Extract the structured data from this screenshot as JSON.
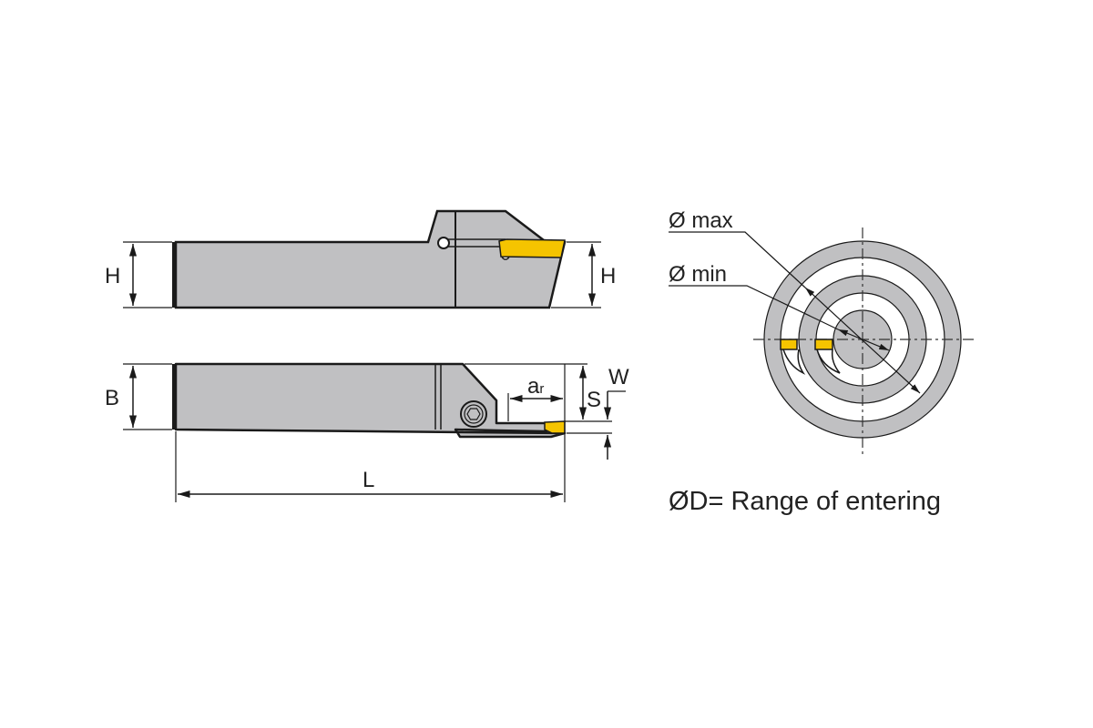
{
  "colors": {
    "body": "#c0c0c2",
    "insert": "#f5c400",
    "line": "#1a1a1a"
  },
  "side_view": {
    "height_label_left": "H",
    "height_label_right": "H"
  },
  "top_view": {
    "width_label": "B",
    "length_label": "L",
    "reach_label": "a",
    "reach_subscript": "r",
    "seat_label": "S",
    "cut_width_label": "W"
  },
  "circle_view": {
    "max_label": "Ø max",
    "min_label": "Ø min",
    "caption": "ØD= Range of entering"
  }
}
